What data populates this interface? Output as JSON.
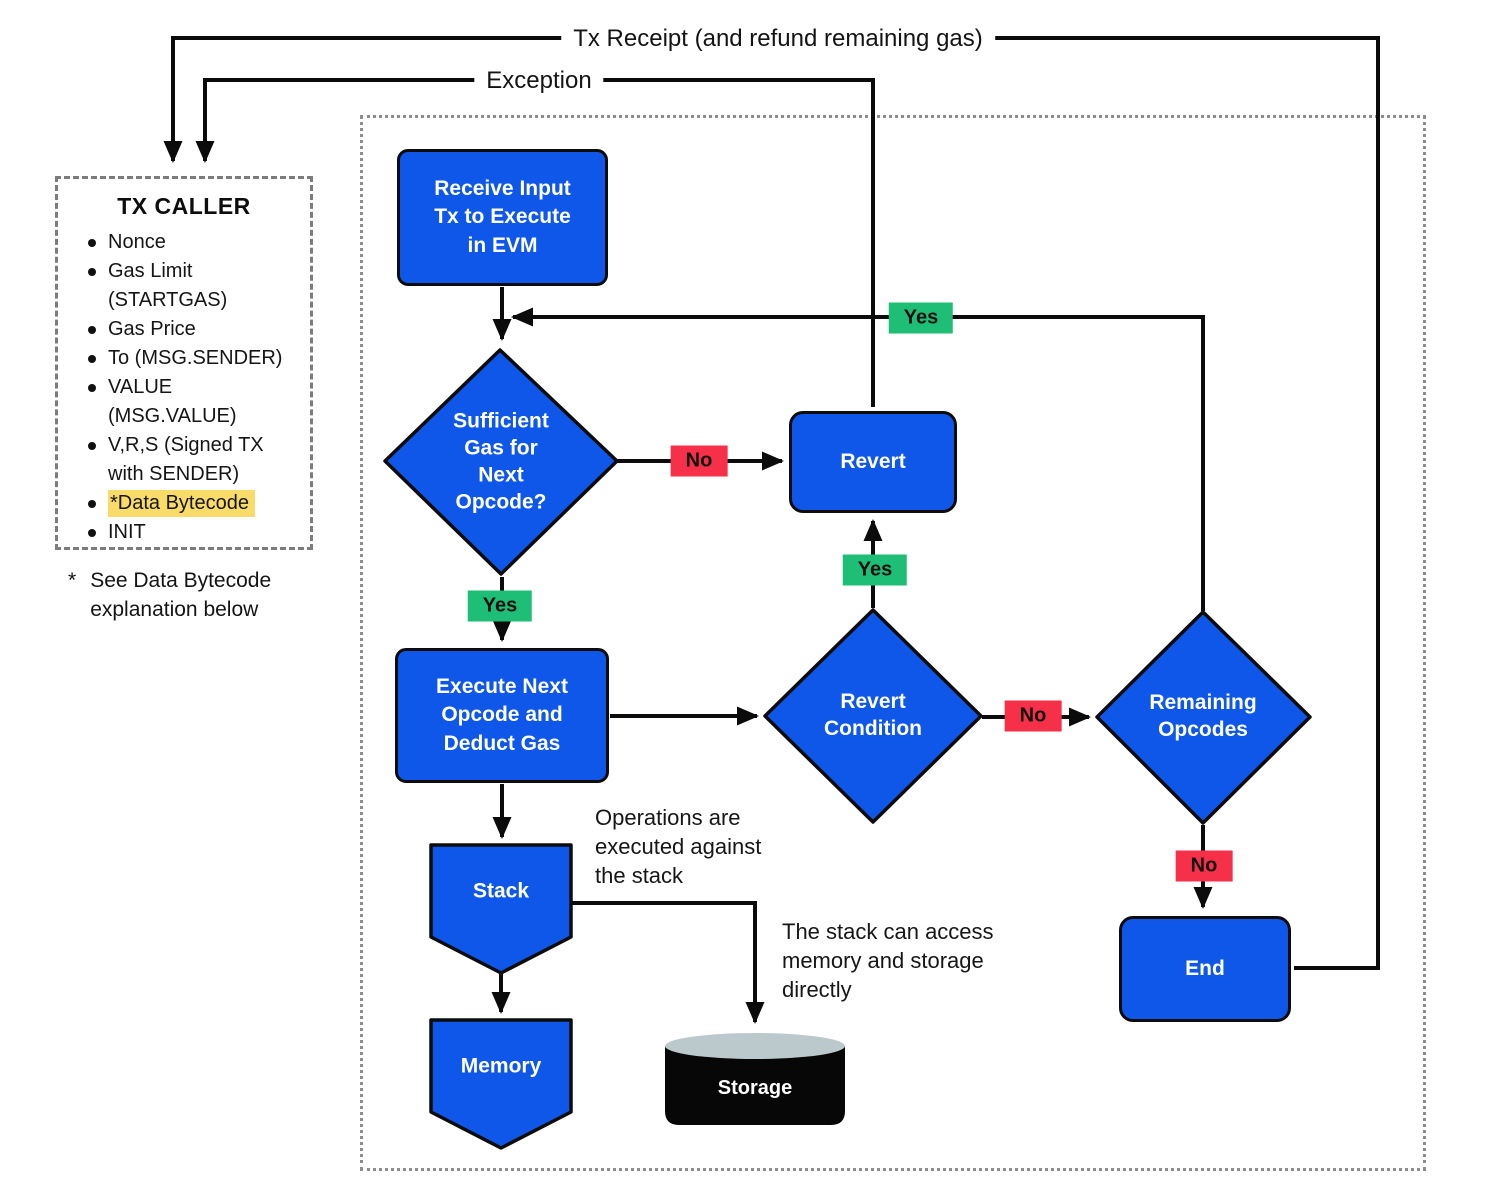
{
  "colors": {
    "blue": "#0e57e9",
    "green": "#1ebe76",
    "red": "#f73049",
    "yellow": "#f8db69",
    "silver": "#bcc9cc",
    "line": "#0b0b0b",
    "border_gray": "#7c7c7c",
    "dot_gray": "#8c8c8c"
  },
  "top_links": {
    "tx_receipt": "Tx Receipt (and refund remaining gas)",
    "exception": "Exception"
  },
  "tx_caller": {
    "title": "TX CALLER",
    "items": [
      {
        "text": "Nonce"
      },
      {
        "text": "Gas Limit (STARTGAS)"
      },
      {
        "text": "Gas Price"
      },
      {
        "text": "To (MSG.SENDER)"
      },
      {
        "text": "VALUE (MSG.VALUE)"
      },
      {
        "text": "V,R,S (Signed TX with SENDER)"
      },
      {
        "text": "*Data Bytecode",
        "highlight": true
      },
      {
        "text": "INIT"
      }
    ],
    "footnote": {
      "marker": "*",
      "line1": "See Data Bytecode",
      "line2": "explanation below"
    }
  },
  "nodes": {
    "receive": {
      "line1": "Receive Input",
      "line2": "Tx to Execute",
      "line3": "in EVM"
    },
    "sufficient_gas": {
      "line1": "Sufficient",
      "line2": "Gas for",
      "line3": "Next",
      "line4": "Opcode?"
    },
    "revert": {
      "label": "Revert"
    },
    "execute": {
      "line1": "Execute Next",
      "line2": "Opcode and",
      "line3": "Deduct Gas"
    },
    "revert_condition": {
      "line1": "Revert",
      "line2": "Condition"
    },
    "remaining_opcodes": {
      "line1": "Remaining",
      "line2": "Opcodes"
    },
    "end": {
      "label": "End"
    },
    "stack": {
      "label": "Stack"
    },
    "memory": {
      "label": "Memory"
    },
    "storage": {
      "label": "Storage"
    }
  },
  "chips": {
    "loop_yes": "Yes",
    "gas_no": "No",
    "gas_yes": "Yes",
    "revert_yes": "Yes",
    "revert_no": "No",
    "remaining_no": "No"
  },
  "annotations": {
    "stack_ops": {
      "line1": "Operations are",
      "line2": "executed against",
      "line3": "the stack"
    },
    "stack_access": {
      "line1": "The stack can access",
      "line2": "memory and storage",
      "line3": "directly"
    }
  }
}
